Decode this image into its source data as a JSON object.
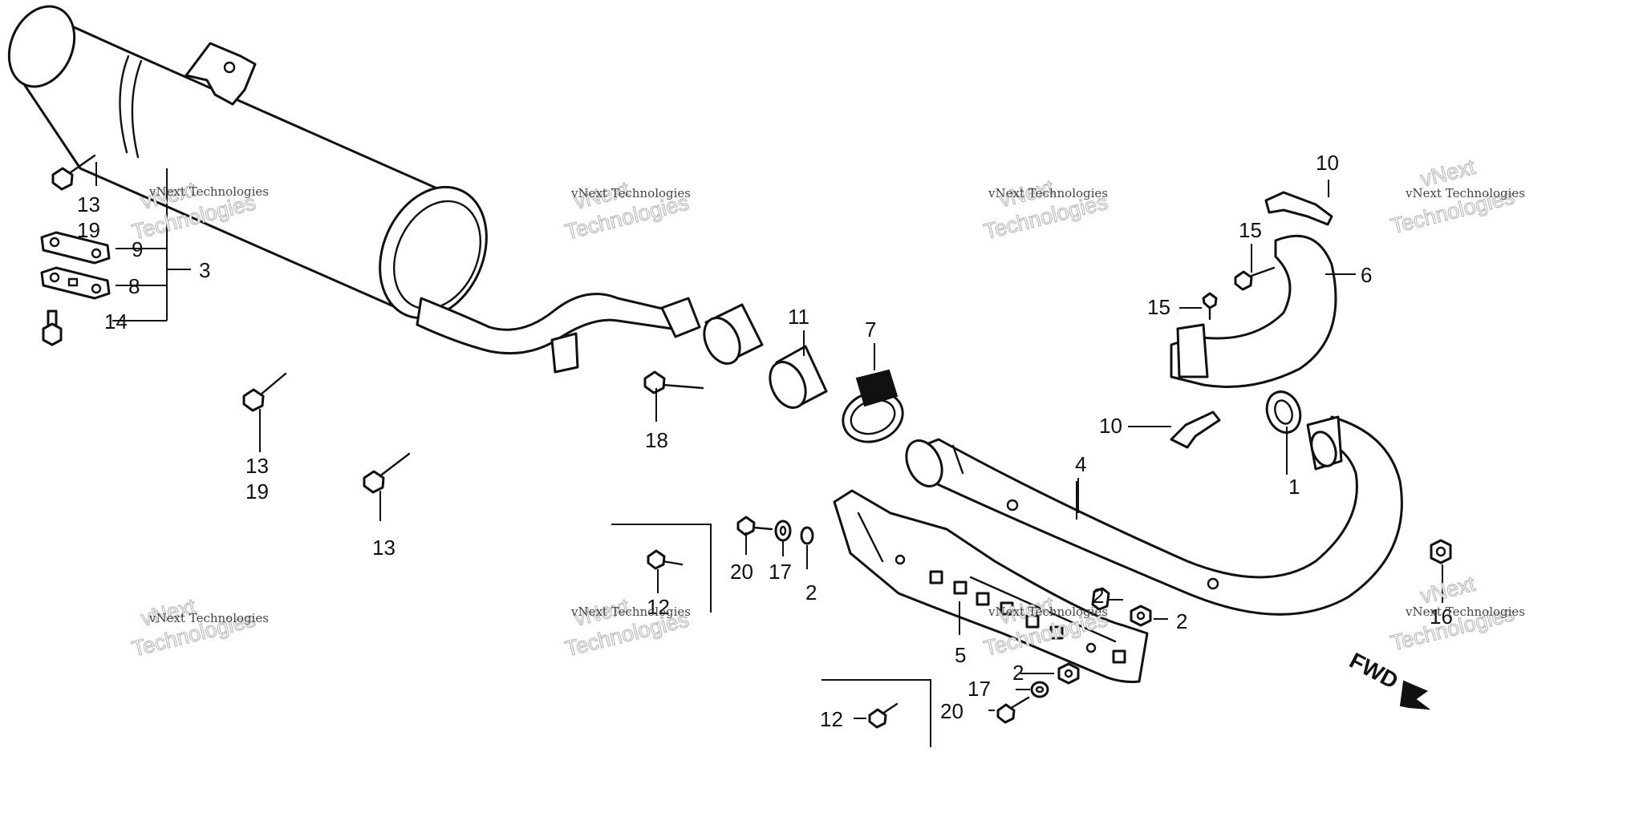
{
  "callouts": {
    "n1": "1",
    "n2": "2",
    "n3": "3",
    "n4": "4",
    "n5": "5",
    "n6": "6",
    "n7": "7",
    "n8": "8",
    "n9": "9",
    "n10": "10",
    "n11": "11",
    "n12": "12",
    "n13": "13",
    "n14": "14",
    "n15": "15",
    "n16": "16",
    "n17": "17",
    "n18": "18",
    "n19": "19",
    "n20": "20"
  },
  "direction_label": "FWD",
  "watermark": {
    "line1": "vNext Technologies",
    "line2": "vNext",
    "line3": "Technologies"
  }
}
